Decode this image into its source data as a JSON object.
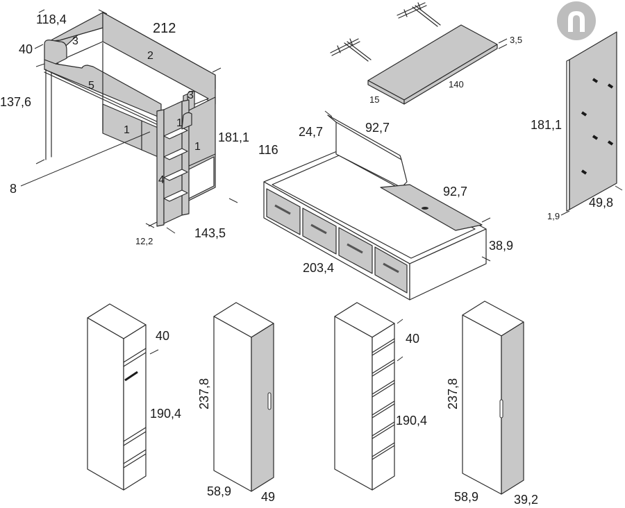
{
  "bed": {
    "dims": {
      "depth": "118,4",
      "length": "212",
      "rail_height": "40",
      "under_height": "137,6",
      "total_height": "181,1",
      "ladder_width": "12,2",
      "footprint": "143,5",
      "desk_depth": "8"
    },
    "parts": [
      "3",
      "2",
      "5",
      "3",
      "1",
      "1",
      "4",
      "1"
    ]
  },
  "shelf": {
    "width": "140",
    "depth": "15",
    "thickness": "3,5"
  },
  "daybed": {
    "dims": {
      "width": "116",
      "back_height": "24,7",
      "back_length": "92,7",
      "top_length": "92,7",
      "length": "203,4",
      "height": "38,9"
    }
  },
  "panel": {
    "height": "181,1",
    "width": "49,8",
    "thickness": "1,9"
  },
  "wardrobes": [
    {
      "depth": "40",
      "height": "190,4"
    },
    {
      "height": "237,8",
      "depth": "58,9",
      "width": "49"
    },
    {
      "depth": "40",
      "height": "190,4"
    },
    {
      "height": "237,8",
      "depth": "58,9",
      "width": "39,2"
    }
  ],
  "colors": {
    "line": "#2a2a2a",
    "panel_gray": "#c8c8c8",
    "logo_gray": "#bdbdbd"
  }
}
